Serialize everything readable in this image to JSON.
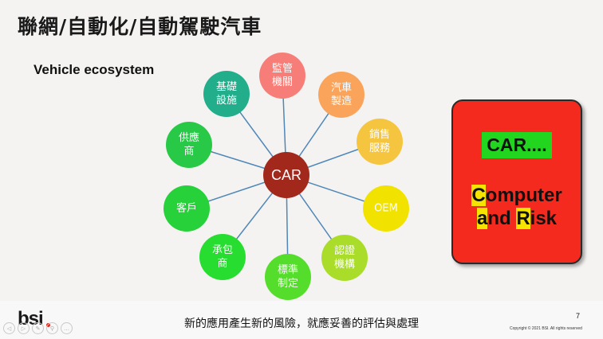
{
  "slide": {
    "title": "聯網/自動化/自動駕駛汽車",
    "subtitle": "Vehicle ecosystem",
    "tagline": "新的應用產生新的風險，就應妥善的評估與處理",
    "page_number": "7",
    "copyright": "Copyright © 2021 BSI. All rights reserved",
    "logo_text": "bsi"
  },
  "diagram": {
    "center": {
      "label": "CAR",
      "color": "#a3281c"
    },
    "nodes": [
      {
        "lines": [
          "監管",
          "機關"
        ],
        "color": "#f77e78"
      },
      {
        "lines": [
          "汽車",
          "製造"
        ],
        "color": "#f9a45a"
      },
      {
        "lines": [
          "銷售",
          "服務"
        ],
        "color": "#f6c540"
      },
      {
        "lines": [
          "OEM"
        ],
        "color": "#f2e200"
      },
      {
        "lines": [
          "認證",
          "機構"
        ],
        "color": "#a9dd2a"
      },
      {
        "lines": [
          "標準",
          "制定"
        ],
        "color": "#54dd2a"
      },
      {
        "lines": [
          "承包",
          "商"
        ],
        "color": "#27dd30"
      },
      {
        "lines": [
          "客戶"
        ],
        "color": "#27d13a"
      },
      {
        "lines": [
          "供應",
          "商"
        ],
        "color": "#27c946"
      },
      {
        "lines": [
          "基礎",
          "設施"
        ],
        "color": "#22ad8b"
      }
    ],
    "spoke_color": "#4f87b8"
  },
  "acronym": {
    "banner": "CAR....",
    "line1_first": "C",
    "line1_rest": "omputer",
    "line2_first": "a",
    "line2_mid": "nd ",
    "line2_R": "R",
    "line2_rest": "isk",
    "box_color": "#f42a1e",
    "banner_color": "#22d61f",
    "highlight_color": "#f5e400"
  },
  "nav": [
    "◁",
    "▷",
    "✎",
    "⚲",
    "…"
  ]
}
